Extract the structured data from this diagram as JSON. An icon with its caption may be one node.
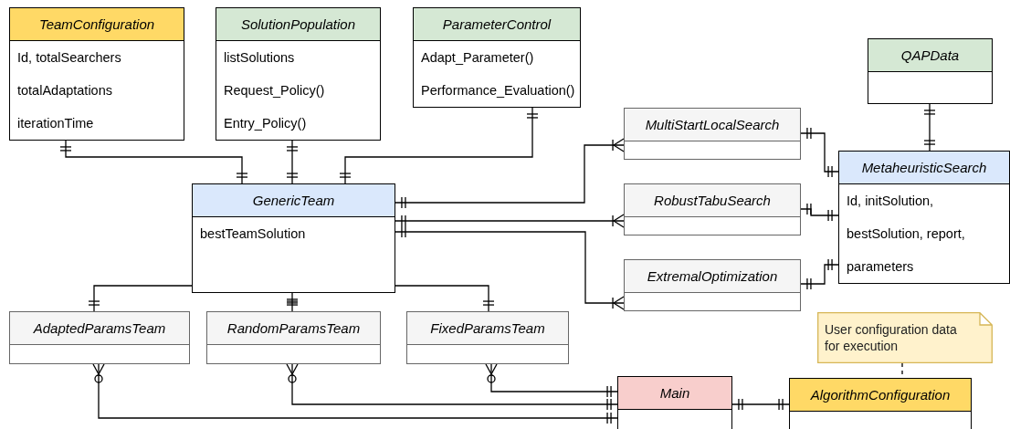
{
  "diagram": {
    "nodes": [
      {
        "text": [
          "TeamConfiguration",
          "Id, totalSearchers",
          "totalAdaptations",
          "iterationTime"
        ]
      },
      {
        "text": [
          "SolutionPopulation",
          "listSolutions",
          "Request_Policy()",
          "Entry_Policy()"
        ]
      },
      {
        "text": [
          "ParameterControl",
          "Adapt_Parameter()",
          "Performance_Evaluation()"
        ]
      },
      {
        "text": [
          "QAPData"
        ]
      },
      {
        "text": [
          "MultiStartLocalSearch"
        ]
      },
      {
        "text": [
          "GenericTeam",
          "bestTeamSolution"
        ]
      },
      {
        "text": [
          "MetaheuristicSearch",
          "Id, initSolution,",
          "bestSolution, report,",
          "parameters"
        ]
      },
      {
        "text": [
          "RobustTabuSearch"
        ]
      },
      {
        "text": [
          "ExtremalOptimization"
        ]
      },
      {
        "text": [
          "AdaptedParamsTeam"
        ]
      },
      {
        "text": [
          "RandomParamsTeam"
        ]
      },
      {
        "text": [
          "FixedParamsTeam"
        ]
      },
      {
        "text": [
          "User configuration data for execution"
        ]
      },
      {
        "text": [
          "Main"
        ]
      },
      {
        "text": [
          "AlgorithmConfiguration"
        ]
      }
    ],
    "edges": [
      {
        "from": 0,
        "to": 5,
        "arrow": "other"
      },
      {
        "from": 1,
        "to": 5,
        "arrow": "other"
      },
      {
        "from": 2,
        "to": 5,
        "arrow": "other"
      },
      {
        "from": 3,
        "to": 6,
        "arrow": "other"
      },
      {
        "from": 5,
        "to": 4,
        "arrow": "other"
      },
      {
        "from": 5,
        "to": 7,
        "arrow": "other"
      },
      {
        "from": 5,
        "to": 8,
        "arrow": "other"
      },
      {
        "from": 4,
        "to": 6,
        "arrow": "other"
      },
      {
        "from": 7,
        "to": 6,
        "arrow": "other"
      },
      {
        "from": 8,
        "to": 6,
        "arrow": "other"
      },
      {
        "from": 5,
        "to": 9,
        "arrow": "other"
      },
      {
        "from": 5,
        "to": 10,
        "arrow": "other"
      },
      {
        "from": 5,
        "to": 11,
        "arrow": "other"
      },
      {
        "from": 9,
        "to": 13,
        "arrow": "other"
      },
      {
        "from": 10,
        "to": 13,
        "arrow": "other"
      },
      {
        "from": 11,
        "to": 13,
        "arrow": "other"
      },
      {
        "from": 13,
        "to": 14,
        "arrow": "other"
      },
      {
        "from": 12,
        "to": 14,
        "arrow": "none",
        "style": "dashed"
      }
    ]
  }
}
